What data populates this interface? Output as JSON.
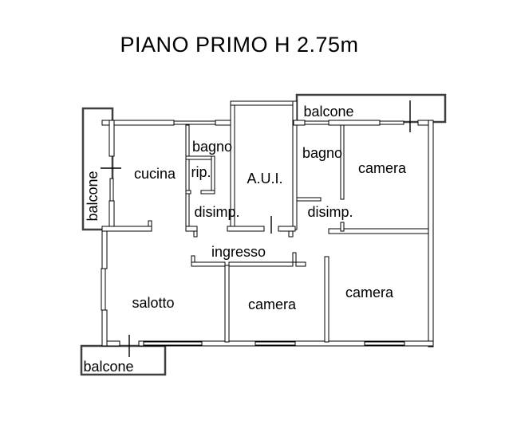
{
  "title": "PIANO PRIMO H 2.75m",
  "floor_plan": {
    "labels": {
      "balcone_left": "balcone",
      "balcone_top": "balcone",
      "balcone_bottom": "balcone",
      "cucina": "cucina",
      "bagno_left": "bagno",
      "rip": "rip.",
      "disimp_left": "disimp.",
      "aui": "A.U.I.",
      "bagno_right": "bagno",
      "camera_top_right": "camera",
      "disimp_right": "disimp.",
      "ingresso": "ingresso",
      "salotto": "salotto",
      "camera_bottom": "camera",
      "camera_bottom_right": "camera"
    }
  }
}
